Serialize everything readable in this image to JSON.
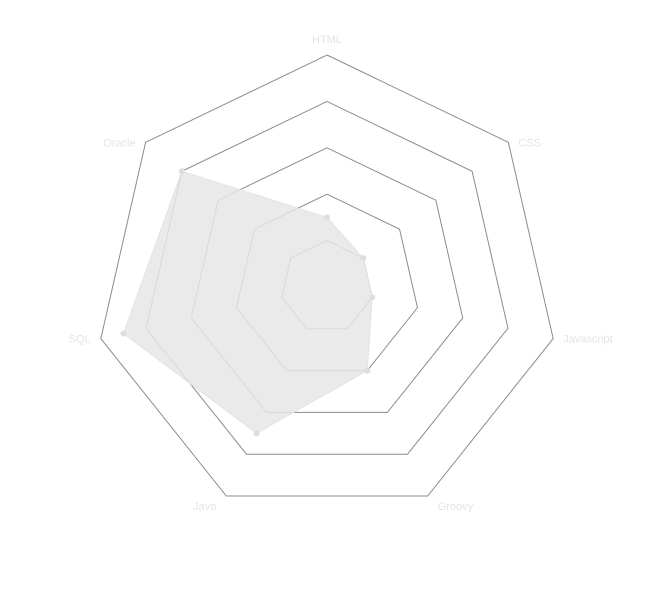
{
  "colors": {
    "grid": "#8c8c8c",
    "area_fill": "#e6e6e6",
    "area_stroke": "#e3e3e3",
    "point": "#dedede",
    "label": "#e4e4e4"
  },
  "chart_data": {
    "type": "radar",
    "categories": [
      "HTML",
      "CSS",
      "Javascript",
      "Groovy",
      "Java",
      "SQL",
      "Oracle"
    ],
    "series": [
      {
        "values": [
          1.5,
          1.0,
          1.0,
          2.0,
          3.5,
          4.5,
          4.0
        ]
      }
    ],
    "range": [
      0,
      5
    ],
    "rings": [
      1,
      2,
      3,
      4,
      5
    ],
    "grid": true,
    "legend": "none"
  }
}
